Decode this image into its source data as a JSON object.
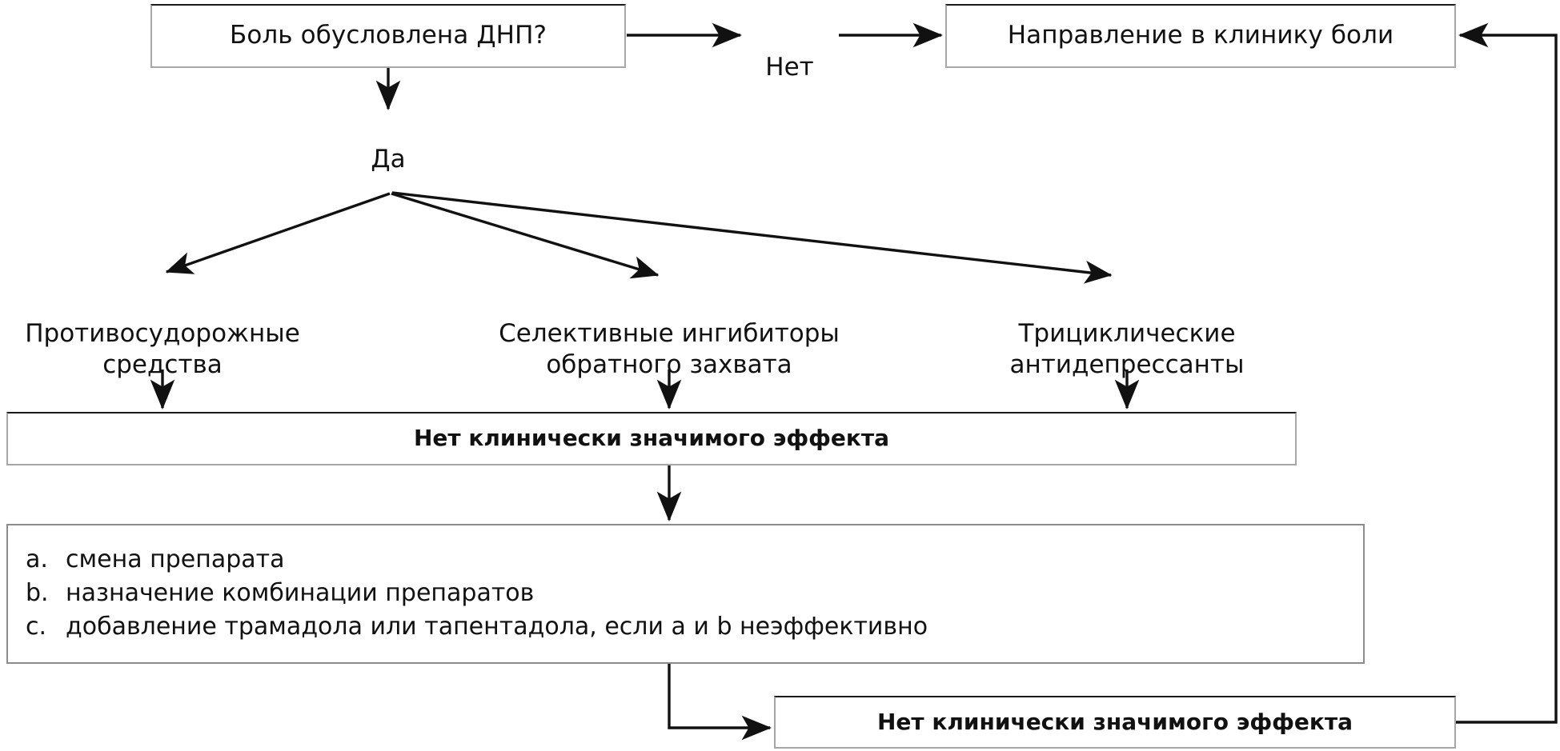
{
  "diagram": {
    "title": "Алгоритм лечения диабетической нейропатической боли",
    "language": "ru",
    "stroke_color": "#1a1a1a",
    "box_border_color": "#a6a6a6",
    "background": "#ffffff",
    "nodes": {
      "decision": {
        "label": "Боль обусловлена ДНП?"
      },
      "referral": {
        "label": "Направление в клинику боли"
      },
      "edge_no": {
        "label": "Нет"
      },
      "edge_yes": {
        "label": "Да"
      },
      "drug_class_1": {
        "label": "Противосудорожные\nсредства"
      },
      "drug_class_2": {
        "label": "Селективные ингибиторы\nобратного захвата"
      },
      "drug_class_3": {
        "label": "Трициклические\nантидепрессанты"
      },
      "no_effect_1": {
        "label": "Нет клинически значимого эффекта"
      },
      "no_effect_2": {
        "label": "Нет клинически значимого эффекта"
      },
      "options": {
        "items": [
          {
            "marker": "a.",
            "text": "смена препарата"
          },
          {
            "marker": "b.",
            "text": "назначение комбинации препаратов"
          },
          {
            "marker": "c.",
            "text": "добавление трамадола или тапентадола, если a и b неэффективно"
          }
        ]
      }
    }
  }
}
